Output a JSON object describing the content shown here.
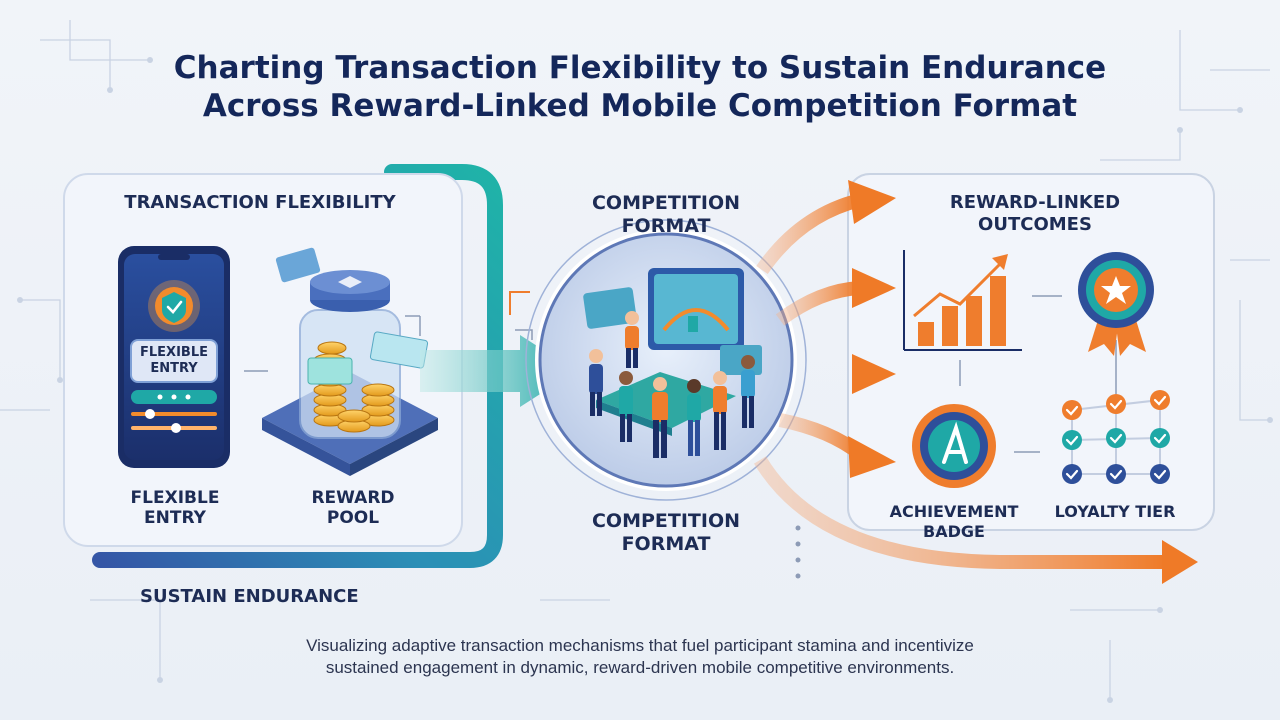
{
  "title": {
    "line1": "Charting Transaction Flexibility to Sustain Endurance",
    "line2": "Across Reward-Linked Mobile Competition Format"
  },
  "left_panel": {
    "heading": "TRANSACTION FLEXIBILITY",
    "phone_label_line1": "FLEXIBLE",
    "phone_label_line2": "ENTRY",
    "item1_line1": "FLEXIBLE",
    "item1_line2": "ENTRY",
    "item2_line1": "REWARD",
    "item2_line2": "POOL",
    "footer": "SUSTAIN ENDURANCE"
  },
  "center": {
    "top_line1": "COMPETITION",
    "top_line2": "FORMAT",
    "bottom_line1": "COMPETITION",
    "bottom_line2": "FORMAT"
  },
  "right_panel": {
    "heading_line1": "REWARD-LINKED",
    "heading_line2": "OUTCOMES",
    "badge_label_line1": "ACHIEVEMENT",
    "badge_label_line2": "BADGE",
    "tier_label": "LOYALTY TIER"
  },
  "caption": {
    "line1": "Visualizing adaptive transaction mechanisms that fuel participant stamina and incentivize",
    "line2": "sustained engagement in dynamic, reward-driven mobile competitive environments."
  },
  "colors": {
    "navy": "#14275a",
    "teal": "#1fa8a6",
    "orange": "#ef7d2d",
    "blue": "#2e4f9a"
  }
}
